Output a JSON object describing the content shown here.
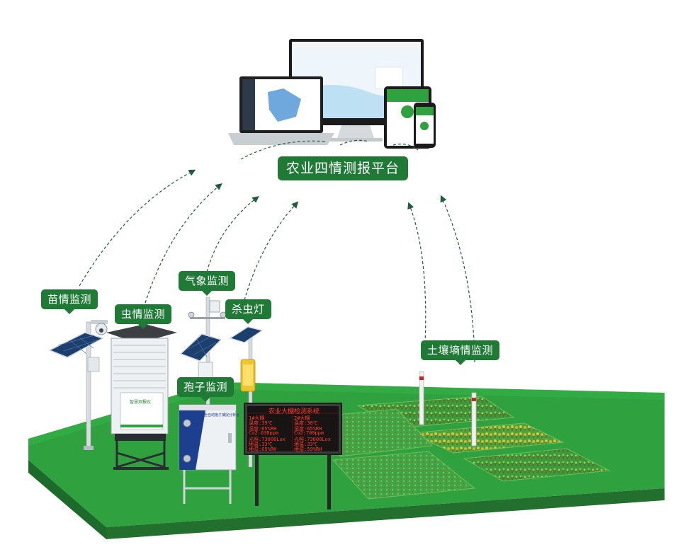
{
  "platform_label": "农业四情测报平台",
  "callouts": {
    "seedling": "苗情监测",
    "pest": "虫情监测",
    "weather": "气象监测",
    "insect_lamp": "杀虫灯",
    "spore": "孢子监测",
    "soil": "土壤墒情监测"
  },
  "board": {
    "title": "农业大棚检测系统",
    "rows": [
      [
        "1#大棚",
        "2#大棚"
      ],
      [
        "温度:39℃",
        "温度:38℃"
      ],
      [
        "湿度:65%RH",
        "湿度:65%RH"
      ],
      [
        "Co2:630ppm",
        "Co2:700ppm"
      ],
      [
        "光照:73000Lux",
        "光照:73000Lux"
      ],
      [
        "地温:33℃",
        "地温:33℃"
      ],
      [
        "地湿:65%RH",
        "地湿:59%RH"
      ]
    ]
  },
  "pest_device_text": "智慧测报仪",
  "spore_device_text": "全自动孢子捕捉分析仪",
  "colors": {
    "accent": "#1f7a36",
    "ground_top": "#2fa13f",
    "ground_side": "#1d6b2a",
    "led_text": "#ff3b2e"
  }
}
